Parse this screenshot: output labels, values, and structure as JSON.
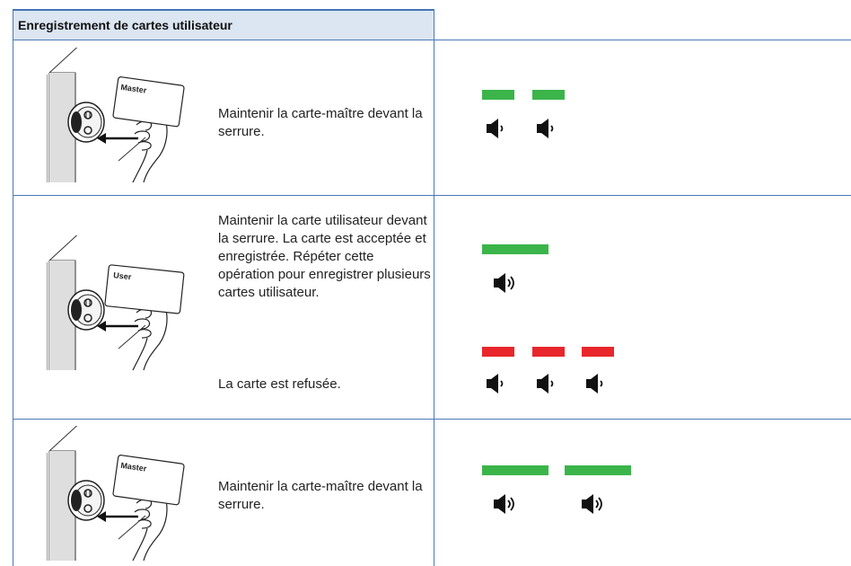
{
  "table": {
    "title": "Enregistrement de cartes utilisateur"
  },
  "rows": [
    {
      "card_label": "Master",
      "text": "Maintenir la carte-maître devant la serrure.",
      "signal": {
        "led_color": "green",
        "led_count": 2,
        "led_length": "short",
        "beeps": 2,
        "beep_length": "short"
      }
    },
    {
      "card_label": "User",
      "text": "Maintenir la carte utilisateur devant la serrure. La carte est acceptée et enregistrée. Répéter cette opération pour enregistrer plusieurs cartes utilisateur.",
      "signal": {
        "led_color": "green",
        "led_count": 1,
        "led_length": "long",
        "beeps": 1,
        "beep_length": "long"
      },
      "reject_text": "La carte est refusée.",
      "reject_signal": {
        "led_color": "red",
        "led_count": 3,
        "led_length": "short",
        "beeps": 3,
        "beep_length": "short"
      }
    },
    {
      "card_label": "Master",
      "text": "Maintenir la carte-maître devant la serrure.",
      "signal": {
        "led_color": "green",
        "led_count": 2,
        "led_length": "long",
        "beeps": 2,
        "beep_length": "long"
      }
    }
  ],
  "colors": {
    "green_led": "#3bb54a",
    "red_led": "#e8262b",
    "grid": "#4a78b8",
    "header_bg": "#dce6f2"
  },
  "icons": [
    "short-beep-speaker-icon",
    "long-beep-speaker-icon",
    "lock-cylinder-illustration",
    "hand-holding-card-illustration"
  ]
}
